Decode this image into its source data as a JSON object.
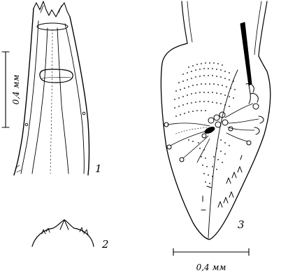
{
  "figures": [
    {
      "number": "1"
    },
    {
      "number": "2"
    },
    {
      "number": "3"
    }
  ],
  "scale_bars": [
    {
      "label": "0,4 мм"
    },
    {
      "label": "0,4 мм"
    }
  ]
}
